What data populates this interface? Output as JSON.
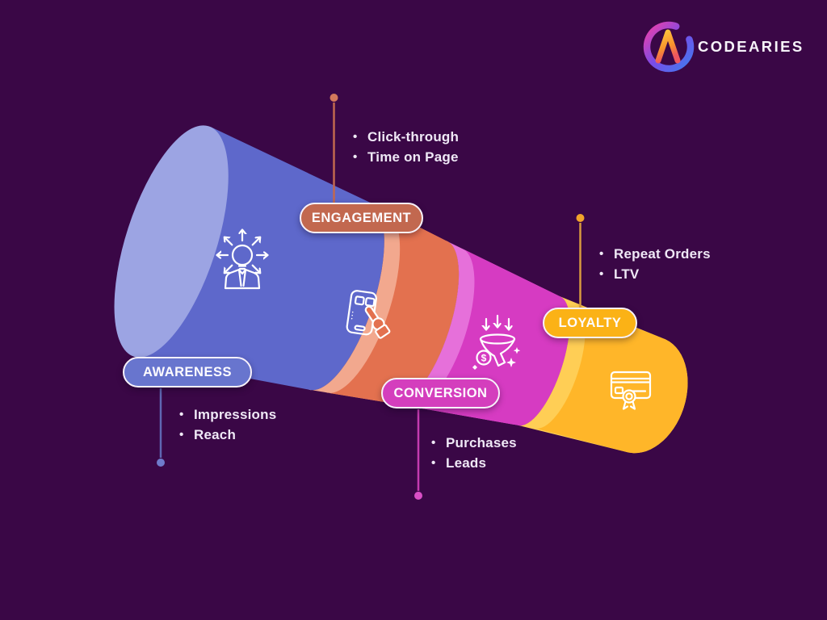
{
  "brand": {
    "name": "CODEARIES",
    "logo_icon": "codearies-ring-a-logo"
  },
  "background_color": "#3A0746",
  "text_color": "#EFE8F6",
  "stages": [
    {
      "id": "awareness",
      "label": "AWARENESS",
      "metrics": [
        "Impressions",
        "Reach"
      ],
      "icon": "idea-spread-icon",
      "pill_color": "#6875CE",
      "segment_color": "#5E68CB",
      "segment_light_color": "#9CA4E3",
      "connector_color": "#5F67B2",
      "connector_dot_color": "#6F7BCB"
    },
    {
      "id": "engagement",
      "label": "ENGAGEMENT",
      "metrics": [
        "Click-through",
        "Time on Page"
      ],
      "icon": "tap-phone-icon",
      "pill_color": "#C2684F",
      "segment_color": "#E3714F",
      "segment_light_color": "#F2A88E",
      "connector_color": "#C1684F",
      "connector_dot_color": "#D4795C"
    },
    {
      "id": "conversion",
      "label": "CONVERSION",
      "metrics": [
        "Purchases",
        "Leads"
      ],
      "icon": "funnel-money-icon",
      "icon_symbol": "$",
      "pill_color": "#D43EBD",
      "segment_color": "#D63BC2",
      "segment_light_color": "#E670DA",
      "connector_color": "#C43BB0",
      "connector_dot_color": "#D94FC6"
    },
    {
      "id": "loyalty",
      "label": "LOYALTY",
      "metrics": [
        "Repeat Orders",
        "LTV"
      ],
      "icon": "loyalty-card-icon",
      "pill_color": "#FBB216",
      "segment_color": "#FFB629",
      "segment_light_color": "#FFCE55",
      "connector_color": "#D89A3F",
      "connector_dot_color": "#F2A32B"
    }
  ]
}
